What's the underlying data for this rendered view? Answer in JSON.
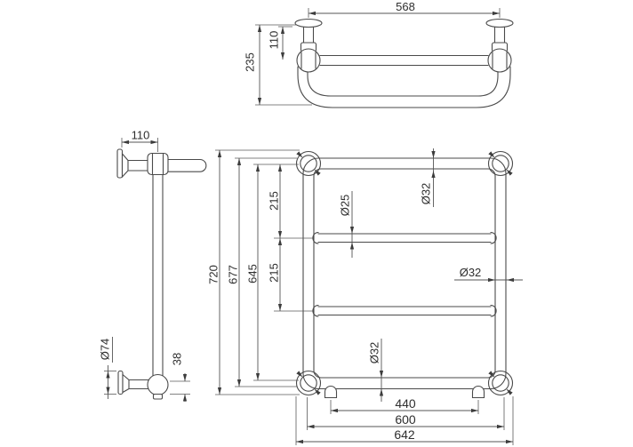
{
  "drawing": {
    "views": {
      "plan": {
        "width_centres": "568",
        "projection_to_rail": "110",
        "projection_overall": "235"
      },
      "side": {
        "wall_projection": "110",
        "flange_diameter": "Ø74",
        "bottom_offset": "38"
      },
      "front": {
        "overall_height": "720",
        "height_to_rail_top": "677",
        "height_rail_centres": "645",
        "rail_gap_upper": "215",
        "rail_gap_lower": "215",
        "top_rail_diameter": "Ø32",
        "towel_bar_diameter": "Ø25",
        "upright_diameter": "Ø32",
        "bottom_rail_diameter": "Ø32",
        "valve_centres": "440",
        "fixing_centres": "600",
        "overall_width": "642"
      }
    },
    "colors": {
      "line": "#4a4a4a",
      "text": "#2e2e2e",
      "background": "#ffffff"
    }
  }
}
